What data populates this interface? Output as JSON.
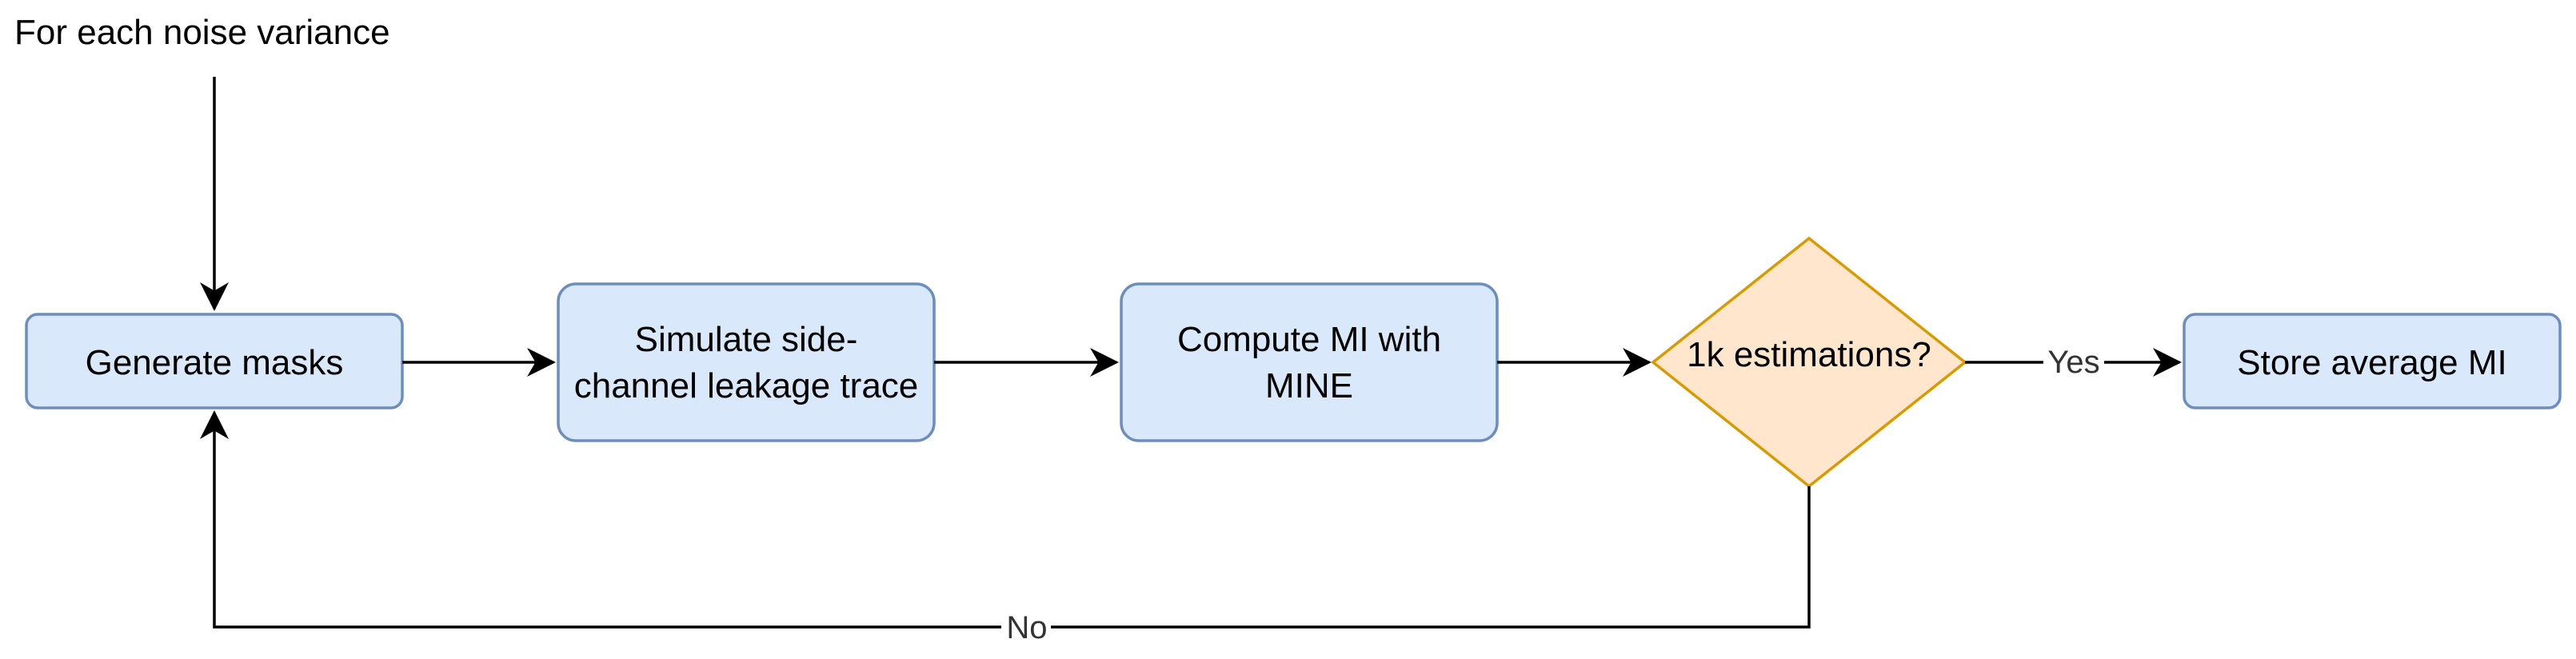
{
  "diagram": {
    "start_label": "For each noise variance",
    "nodes": {
      "generate": {
        "label": "Generate masks"
      },
      "simulate": {
        "line1": "Simulate side-",
        "line2": "channel leakage trace"
      },
      "compute": {
        "line1": "Compute MI with",
        "line2": "MINE"
      },
      "decision": {
        "label": "1k estimations?"
      },
      "store": {
        "label": "Store average MI"
      }
    },
    "edges": {
      "yes": "Yes",
      "no": "No"
    },
    "colors": {
      "process_fill": "#dae8fc",
      "process_stroke": "#6c8ebf",
      "decision_fill": "#ffe6cc",
      "decision_stroke": "#d79b00",
      "line": "#000000"
    }
  }
}
